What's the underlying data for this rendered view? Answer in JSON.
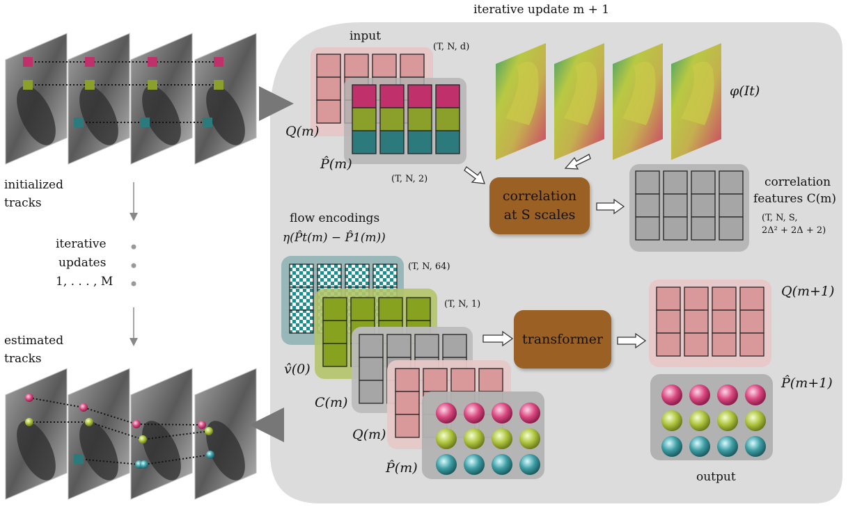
{
  "title": "iterative update m + 1",
  "left_panel": {
    "initialized_label": [
      "initialized",
      "tracks"
    ],
    "iterative_label": [
      "iterative",
      "updates",
      "1, . . . , M"
    ],
    "estimated_label": [
      "estimated",
      "tracks"
    ]
  },
  "input_block": {
    "title": "input",
    "dims_q": "(T, N, d)",
    "dims_p": "(T, N, 2)",
    "q_label": "Q(m)",
    "p_label": "P̂(m)"
  },
  "features_label": "φ(It)",
  "correlation_node": [
    "correlation",
    "at S scales"
  ],
  "correlation_features": {
    "title": [
      "correlation",
      "features C(m)"
    ],
    "dims": [
      "(T, N, S,",
      "2Δ² + 2Δ + 2)"
    ]
  },
  "flow_encodings": {
    "title": "flow encodings",
    "formula": "η(P̂t(m) − P̂1(m))",
    "dims_flow": "(T, N, 64)",
    "dims_vis": "(T, N, 1)",
    "v_label": "v̂(0)",
    "c_label": "C(m)",
    "q_label": "Q(m)",
    "p_label": "P̂(m)"
  },
  "transformer_node": "transformer",
  "output_block": {
    "q_label": "Q(m+1)",
    "p_label": "P̂(m+1)",
    "caption": "output"
  },
  "colors": {
    "panel_bg": "#dcdcdc",
    "pink_cell": "#d9999a",
    "magenta_track": "#c0306b",
    "green_track": "#8aa02a",
    "teal_track": "#2c7a7c",
    "brown_node": "#9b6024",
    "gray_cell": "#a6a6a6"
  }
}
